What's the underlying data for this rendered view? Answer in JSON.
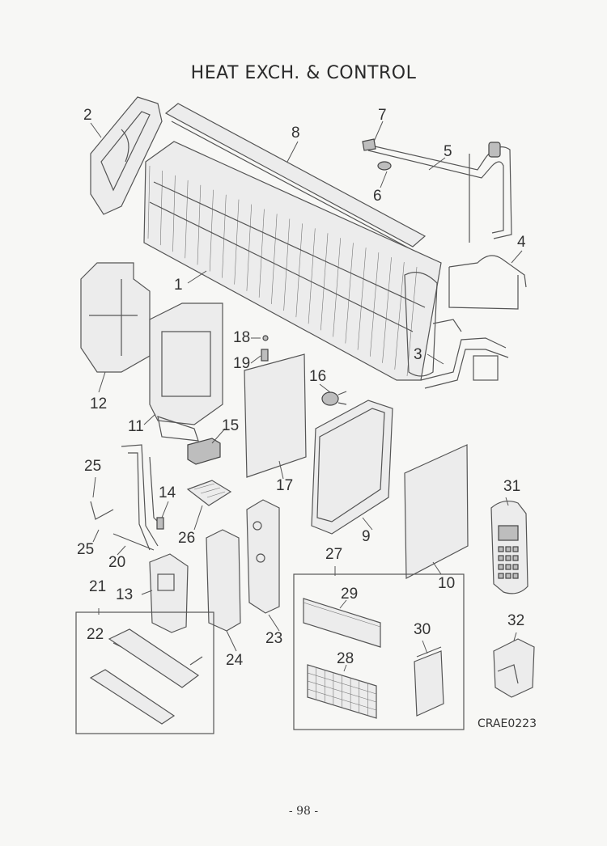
{
  "title": "HEAT EXCH. & CONTROL",
  "figure_code": "CRAE0223",
  "page_number": "- 98 -",
  "callouts": {
    "c1": "1",
    "c2": "2",
    "c3": "3",
    "c4": "4",
    "c5": "5",
    "c6": "6",
    "c7": "7",
    "c8": "8",
    "c9": "9",
    "c10": "10",
    "c11": "11",
    "c12": "12",
    "c13": "13",
    "c14": "14",
    "c15": "15",
    "c16": "16",
    "c17": "17",
    "c18": "18",
    "c19": "19",
    "c20": "20",
    "c21": "21",
    "c22": "22",
    "c23": "23",
    "c24": "24",
    "c25a": "25",
    "c25b": "25",
    "c26": "26",
    "c27": "27",
    "c28": "28",
    "c29": "29",
    "c30": "30",
    "c31": "31",
    "c32": "32"
  }
}
